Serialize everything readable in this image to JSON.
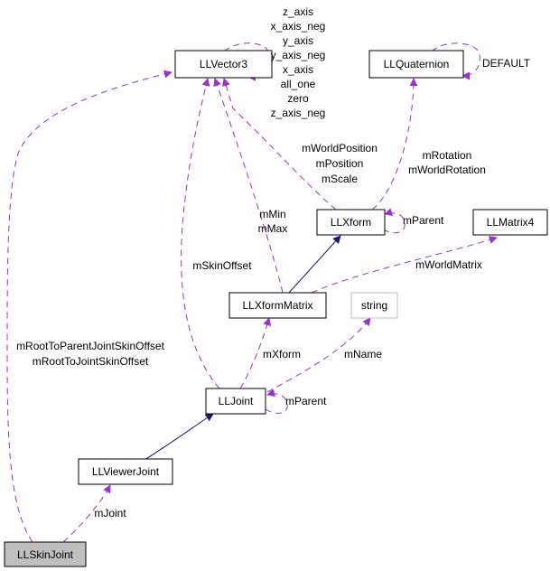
{
  "nodes": {
    "llvector3": "LLVector3",
    "llquaternion": "LLQuaternion",
    "llxform": "LLXform",
    "llmatrix4": "LLMatrix4",
    "llxformmatrix": "LLXformMatrix",
    "string": "string",
    "lljoint": "LLJoint",
    "llviewerjoint": "LLViewerJoint",
    "llskinjoint": "LLSkinJoint"
  },
  "labels": {
    "vector_self": [
      "z_axis",
      "x_axis_neg",
      "y_axis",
      "y_axis_neg",
      "x_axis",
      "all_one",
      "zero",
      "z_axis_neg"
    ],
    "quat_self": "DEFAULT",
    "xform_to_vector": [
      "mWorldPosition",
      "mPosition",
      "mScale"
    ],
    "xform_to_quat": [
      "mRotation",
      "mWorldRotation"
    ],
    "xform_self": "mParent",
    "xformmatrix_to_vector": [
      "mMin",
      "mMax"
    ],
    "xformmatrix_to_matrix4": "mWorldMatrix",
    "joint_to_vector": "mSkinOffset",
    "joint_to_xformmatrix": "mXform",
    "joint_to_string": "mName",
    "joint_self": "mParent",
    "skinjoint_to_vector": [
      "mRootToParentJointSkinOffset",
      "mRootToJointSkinOffset"
    ],
    "skinjoint_to_viewerjoint": "mJoint"
  },
  "colors": {
    "usage_edge": "#9a32cd",
    "inheritance_edge": "#191970",
    "grey_border": "#bfbfbf",
    "highlight_fill": "#bfbfbf"
  }
}
